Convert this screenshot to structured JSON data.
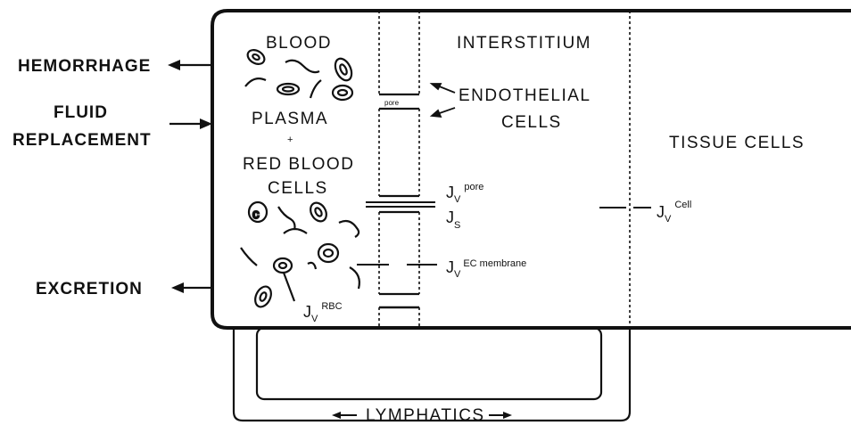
{
  "left_labels": {
    "hemorrhage": "HEMORRHAGE",
    "fluid_line1": "FLUID",
    "fluid_line2": "REPLACEMENT",
    "excretion": "EXCRETION"
  },
  "compartments": {
    "blood": "BLOOD",
    "plasma": "PLASMA",
    "plus": "+",
    "rbc_line1": "RED BLOOD",
    "rbc_line2": "CELLS",
    "interstitium": "INTERSTITIUM",
    "tissue_cells": "TISSUE CELLS"
  },
  "endothelial": {
    "line1": "ENDOTHELIAL",
    "line2": "CELLS",
    "pore_label": "pore"
  },
  "fluxes": {
    "jv_pore": {
      "base": "J",
      "sub": "V",
      "sup": "pore"
    },
    "js": {
      "base": "J",
      "sub": "S"
    },
    "jv_ec": {
      "base": "J",
      "sub": "V",
      "sup": "EC membrane"
    },
    "jv_rbc": {
      "base": "J",
      "sub": "V",
      "sup": "RBC"
    },
    "jv_cell": {
      "base": "J",
      "sub": "V",
      "sup": "Cell"
    }
  },
  "lymphatics": "LYMPHATICS"
}
